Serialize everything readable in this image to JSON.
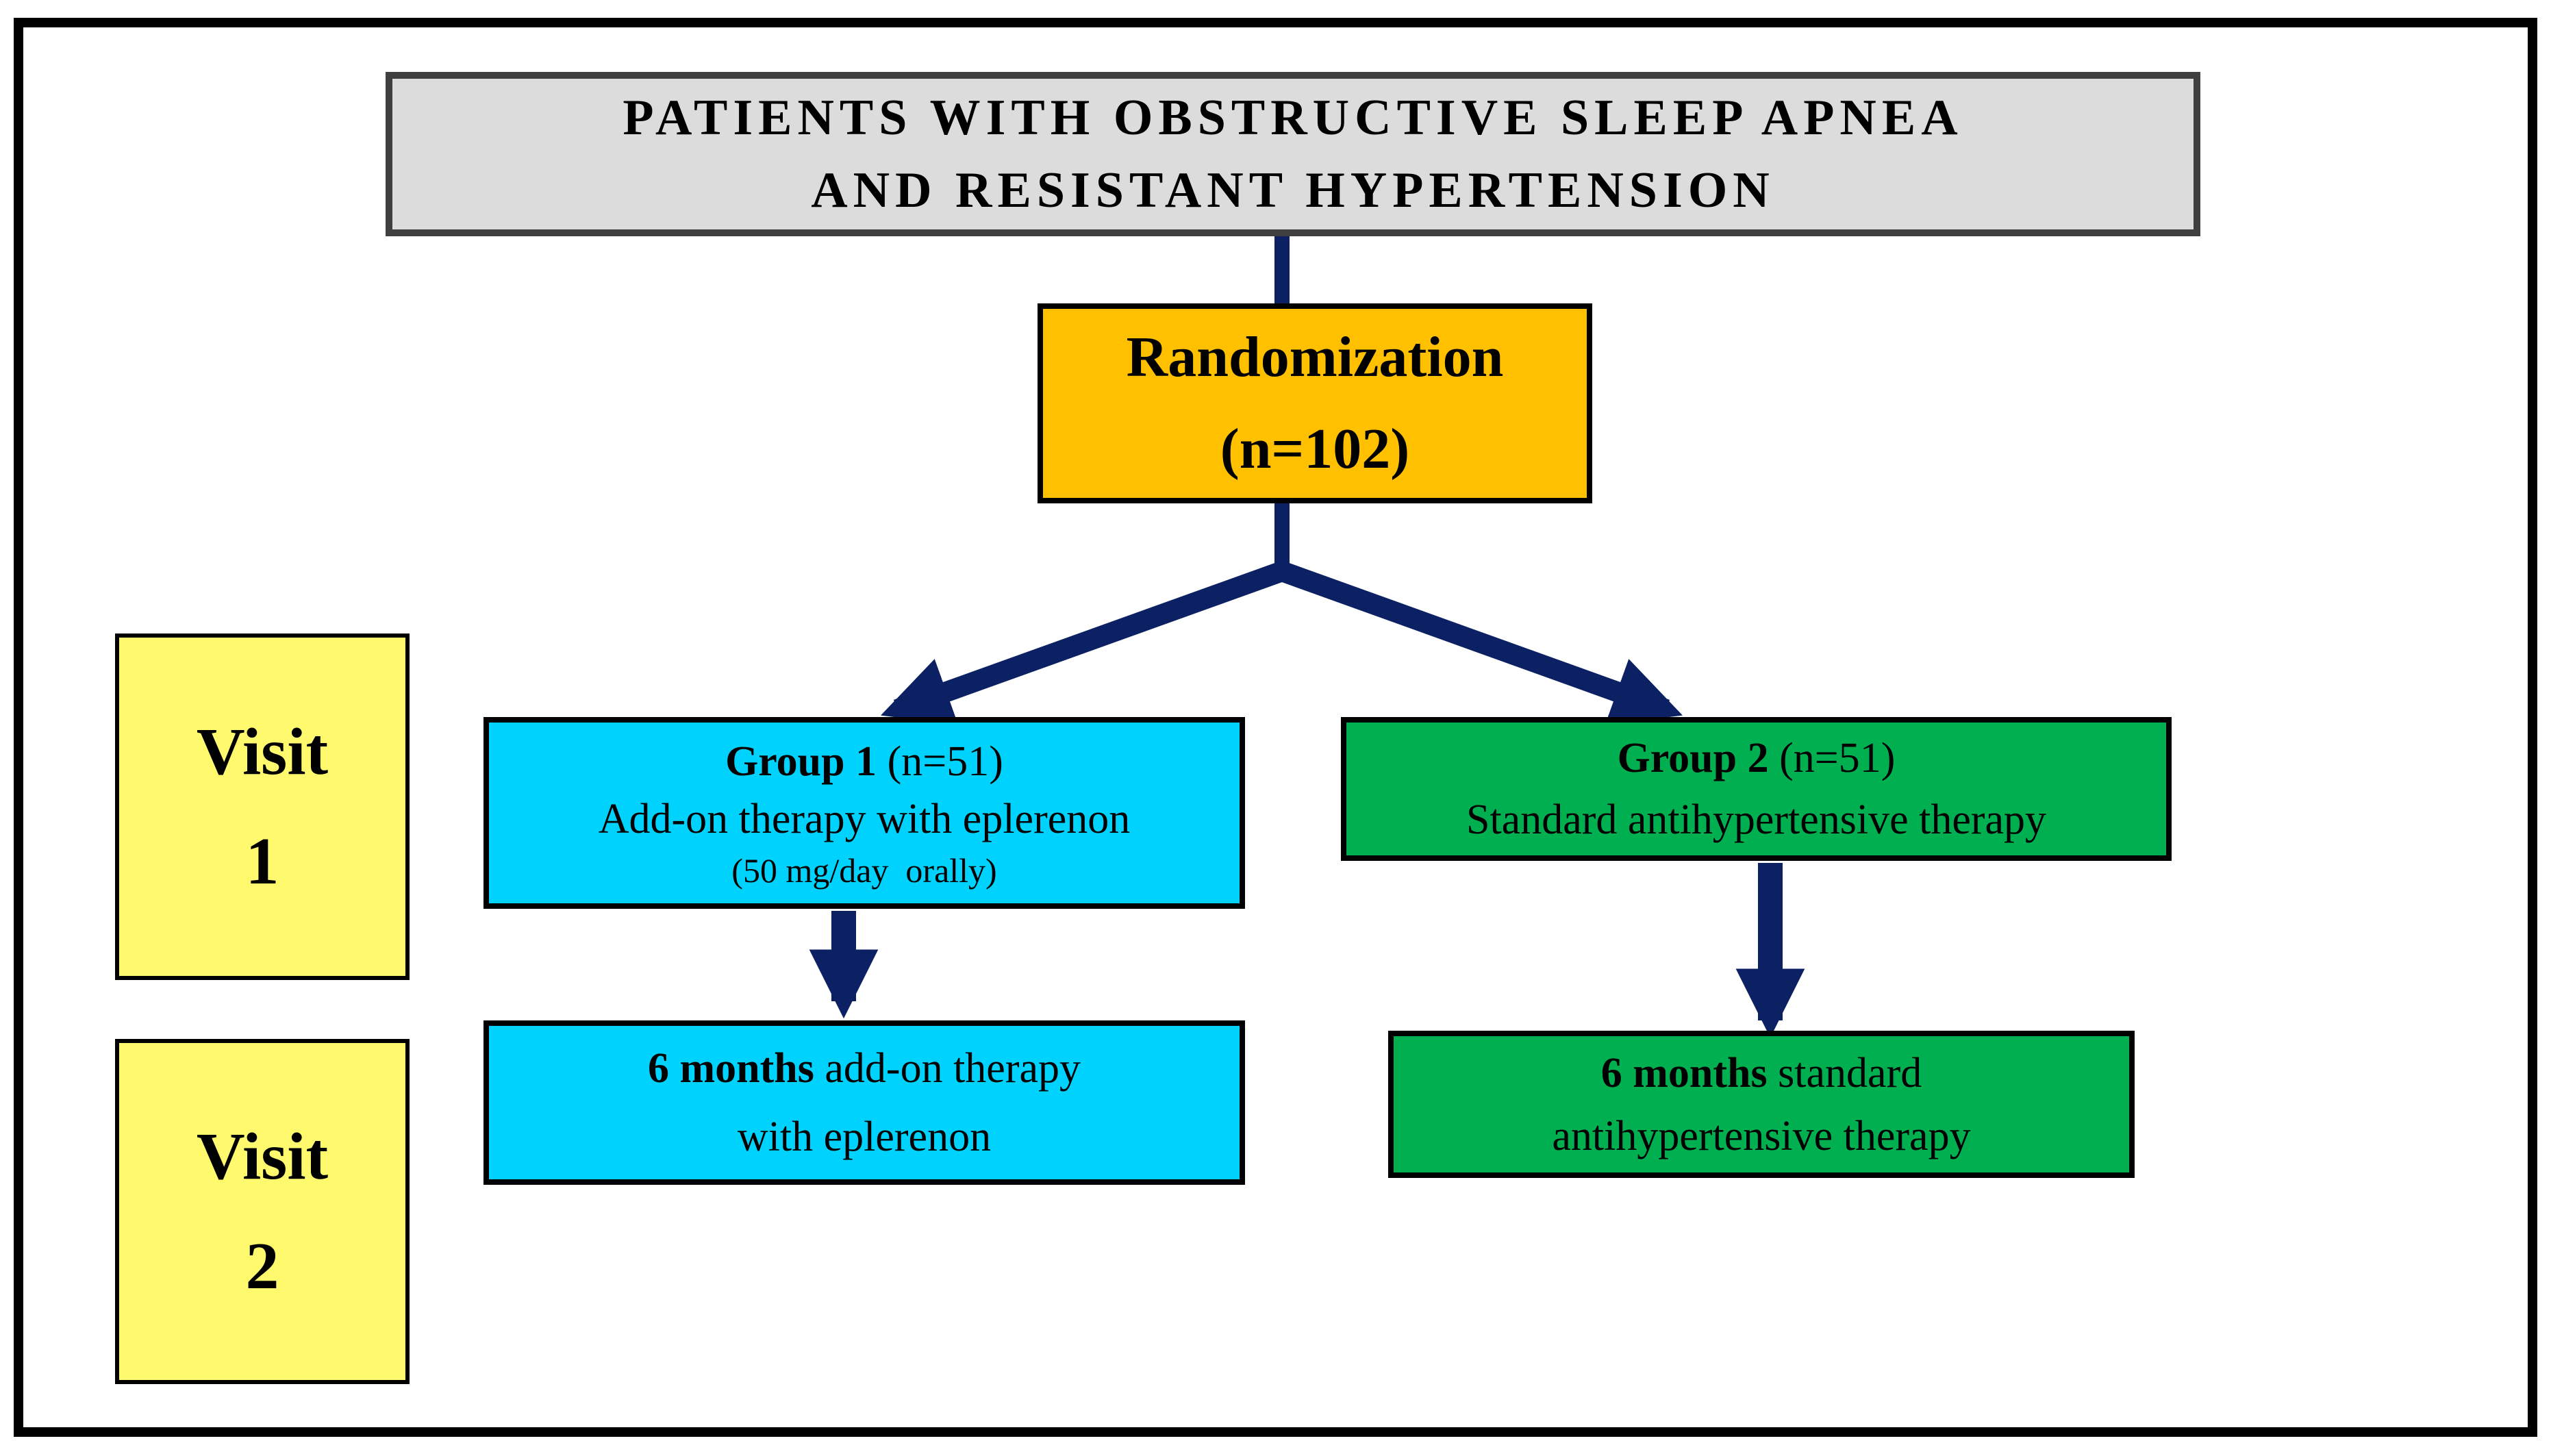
{
  "diagram": {
    "title_box": {
      "line1": "PATIENTS WITH OBSTRUCTIVE SLEEP APNEA",
      "line2": "AND RESISTANT HYPERTENSION"
    },
    "randomization_box": {
      "line1": "Randomization",
      "line2": "(n=102)"
    },
    "visit1_box": {
      "line1": "Visit",
      "line2": "1"
    },
    "visit2_box": {
      "line1": "Visit",
      "line2": "2"
    },
    "group1_box": {
      "name_bold": "Group 1",
      "n_label": "(n=51)",
      "line2": "Add-on therapy with eplerenon",
      "line3": "(50 mg/day  orally)"
    },
    "group2_box": {
      "name_bold": "Group 2",
      "n_label": "(n=51)",
      "line2": "Standard antihypertensive therapy"
    },
    "outcome1_box": {
      "duration_bold": "6 months",
      "line1_rest": "add-on therapy",
      "line2": "with eplerenon"
    },
    "outcome2_box": {
      "duration_bold": "6 months",
      "line1_rest": "standard",
      "line2": "antihypertensive therapy"
    },
    "colors": {
      "title_fill": "#DCDCDC",
      "title_border": "#3F3F3F",
      "randomization_fill": "#FFC000",
      "visit_fill": "#FFF96E",
      "group1_fill": "#00D2FE",
      "group2_fill": "#00AF50",
      "arrow": "#0B2164",
      "box_border": "#000000",
      "outer_frame": "#000000"
    }
  }
}
